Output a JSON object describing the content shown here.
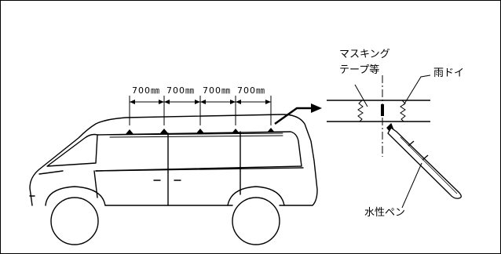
{
  "labels": {
    "masking_line1": "マスキング",
    "masking_line2": "テープ等",
    "rain_gutter": "雨ドイ",
    "water_pen": "水性ペン"
  },
  "dimensions": [
    "700㎜",
    "700㎜",
    "700㎜",
    "700㎜"
  ]
}
